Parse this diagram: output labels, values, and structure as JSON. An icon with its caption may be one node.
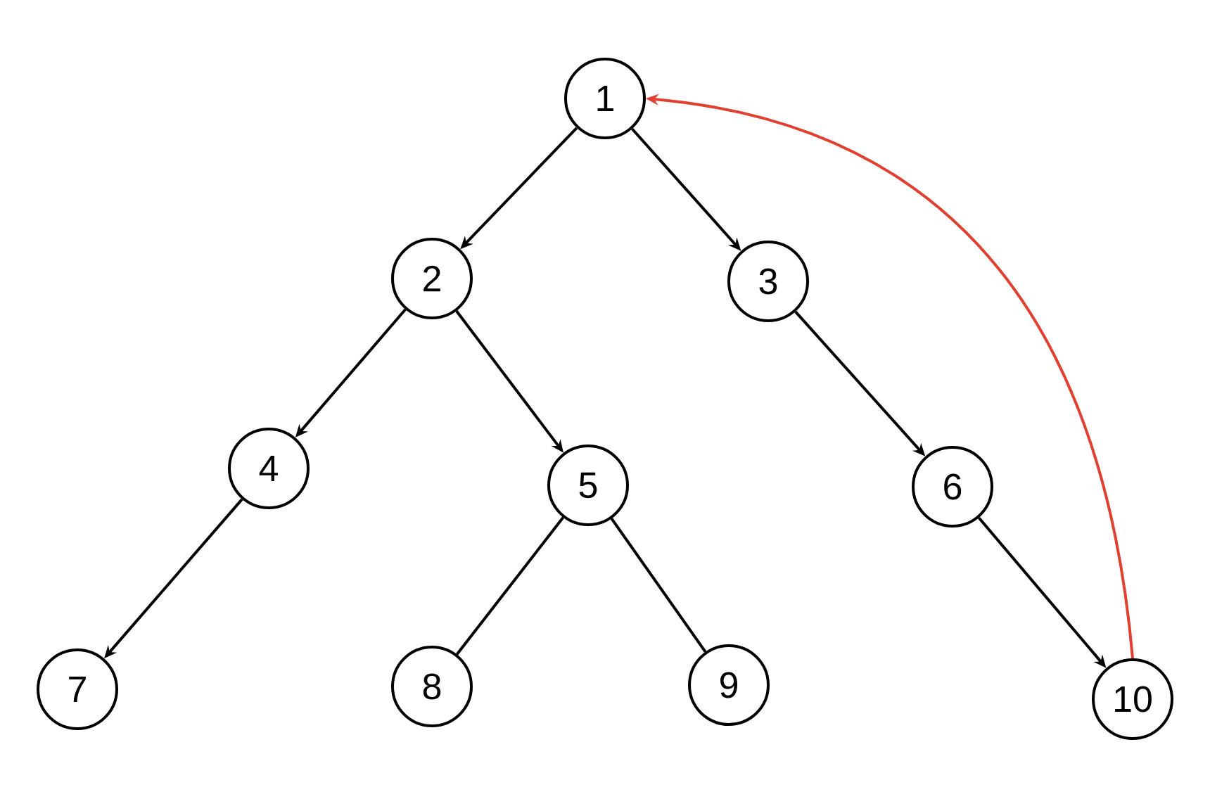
{
  "diagram": {
    "nodes": [
      {
        "text": [
          "1"
        ]
      },
      {
        "text": [
          "2"
        ]
      },
      {
        "text": [
          "3"
        ]
      },
      {
        "text": [
          "4"
        ]
      },
      {
        "text": [
          "5"
        ]
      },
      {
        "text": [
          "6"
        ]
      },
      {
        "text": [
          "7"
        ]
      },
      {
        "text": [
          "8"
        ]
      },
      {
        "text": [
          "9"
        ]
      },
      {
        "text": [
          "10"
        ]
      }
    ],
    "edges": [
      {
        "from": 0,
        "to": 1,
        "arrow": "to"
      },
      {
        "from": 0,
        "to": 2,
        "arrow": "to"
      },
      {
        "from": 1,
        "to": 3,
        "arrow": "to"
      },
      {
        "from": 1,
        "to": 4,
        "arrow": "to"
      },
      {
        "from": 2,
        "to": 5,
        "arrow": "to"
      },
      {
        "from": 3,
        "to": 6,
        "arrow": "to"
      },
      {
        "from": 4,
        "to": 7,
        "arrow": "none"
      },
      {
        "from": 4,
        "to": 8,
        "arrow": "none"
      },
      {
        "from": 5,
        "to": 9,
        "arrow": "to"
      },
      {
        "from": 9,
        "to": 0,
        "arrow": "to",
        "color": "#e0402f"
      }
    ]
  }
}
